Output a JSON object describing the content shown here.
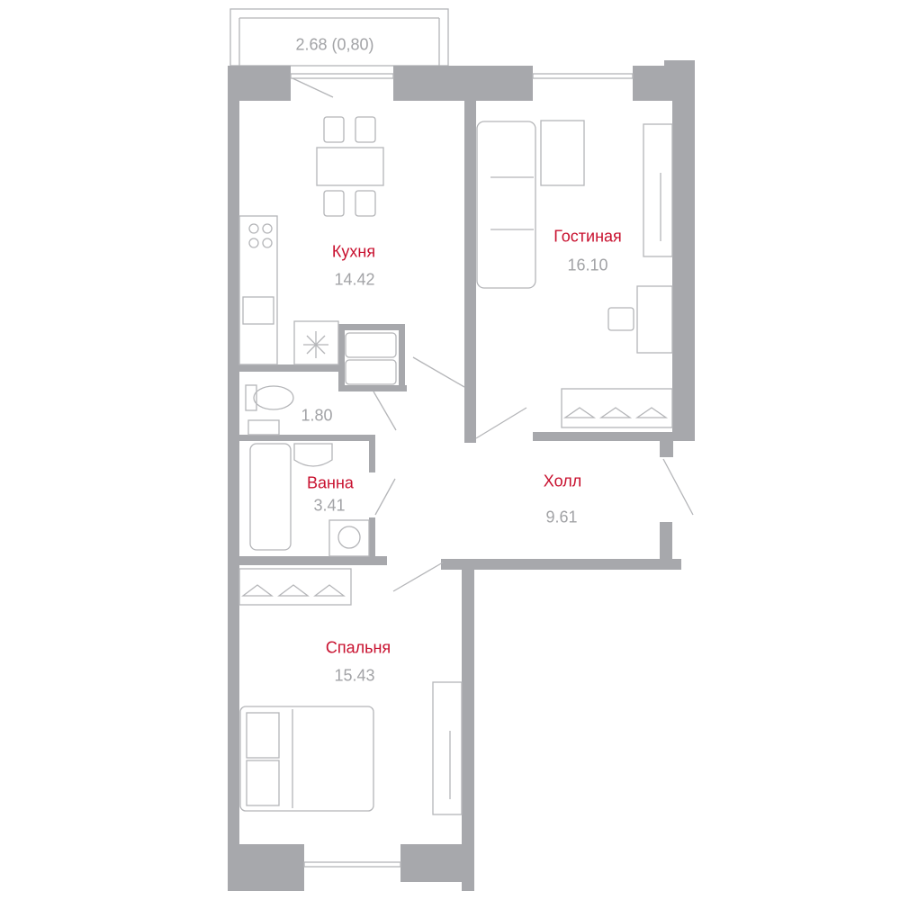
{
  "balcony": {
    "area": "2.68 (0,80)"
  },
  "rooms": [
    {
      "name": "Кухня",
      "area": "14.42"
    },
    {
      "name": "Гостиная",
      "area": "16.10"
    },
    {
      "name": "",
      "area": "1.80"
    },
    {
      "name": "Ванна",
      "area": "3.41"
    },
    {
      "name": "Холл",
      "area": "9.61"
    },
    {
      "name": "Спальня",
      "area": "15.43"
    }
  ],
  "colors": {
    "wall": "#a7a8ac",
    "room_name": "#c8102e",
    "area": "#a2a3a6"
  }
}
